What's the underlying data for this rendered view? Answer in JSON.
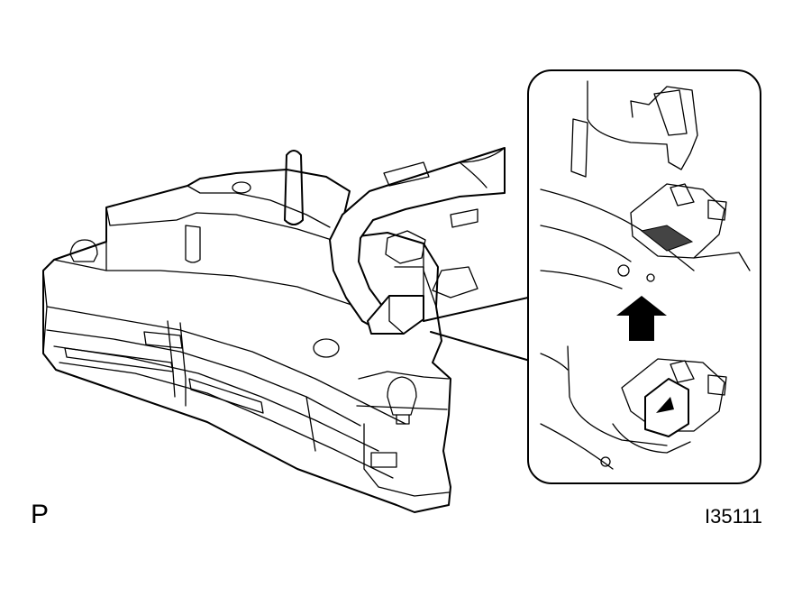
{
  "figure": {
    "corner_label": "P",
    "figure_id": "I35111",
    "icons": [
      "shift-lever-assembly",
      "detail-inset-callout",
      "push-direction-arrow"
    ]
  }
}
